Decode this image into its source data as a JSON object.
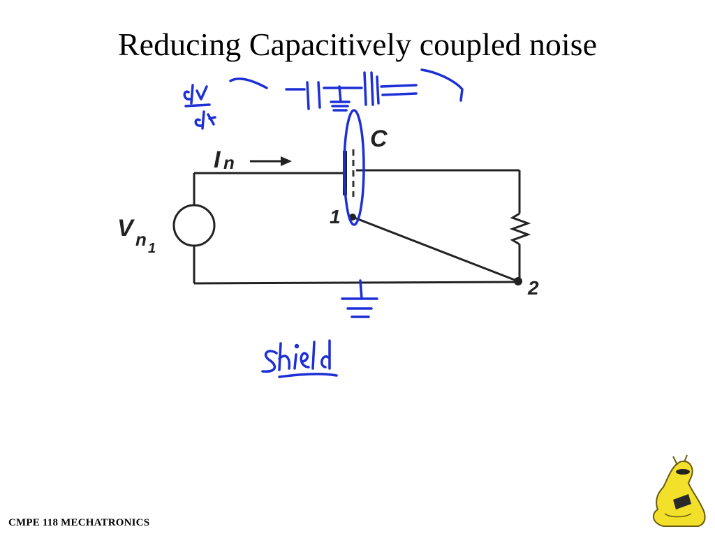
{
  "slide": {
    "title": "Reducing Capacitively coupled noise",
    "footer": "CMPE 118 MECHATRONICS"
  },
  "circuit": {
    "current_label": "I",
    "current_subscript": "n",
    "capacitor_label": "C",
    "source_label": "V",
    "source_subscript": "n",
    "source_subscript2": "1",
    "node1_label": "1",
    "node2_label": "2"
  },
  "annotations": {
    "handwritten_ink_color": "#1d2fd6",
    "handwritten_dvdt": "dv/dt",
    "handwritten_shield": "Shield"
  },
  "colors": {
    "circuit_line": "#222222",
    "background": "#ffffff",
    "mascot_body": "#f2e02a"
  }
}
